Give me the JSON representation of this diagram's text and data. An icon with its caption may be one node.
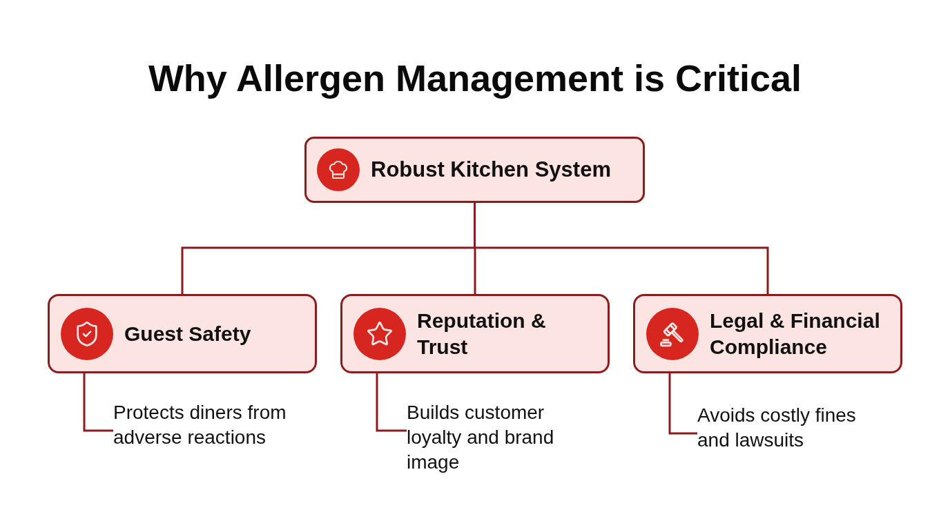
{
  "diagram": {
    "title": "Why Allergen Management is Critical",
    "nodes": [
      {
        "text": [
          "Robust Kitchen System"
        ]
      },
      {
        "text": [
          "Guest Safety"
        ]
      },
      {
        "text": [
          "Reputation & Trust"
        ]
      },
      {
        "text": [
          "Legal & Financial Compliance"
        ]
      },
      {
        "text": [
          "Protects diners from adverse reactions"
        ]
      },
      {
        "text": [
          "Builds customer loyalty and brand image"
        ]
      },
      {
        "text": [
          "Avoids costly fines and lawsuits"
        ]
      }
    ],
    "edges": [
      {
        "from": 0,
        "to": 1,
        "arrow": "none"
      },
      {
        "from": 0,
        "to": 2,
        "arrow": "none"
      },
      {
        "from": 0,
        "to": 3,
        "arrow": "none"
      },
      {
        "from": 1,
        "to": 4,
        "arrow": "none"
      },
      {
        "from": 2,
        "to": 5,
        "arrow": "none"
      },
      {
        "from": 3,
        "to": 6,
        "arrow": "none"
      }
    ]
  }
}
